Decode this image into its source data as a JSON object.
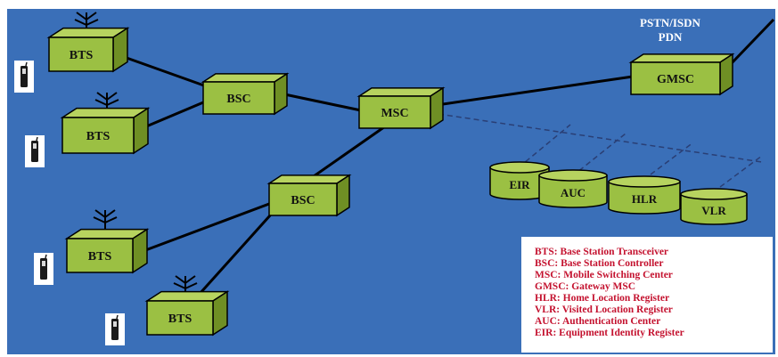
{
  "colors": {
    "background": "#3a6fb8",
    "box_face": "#9bc043",
    "box_top": "#b7d35f",
    "box_side": "#6f8f24",
    "legend_text": "#c4122f"
  },
  "network": {
    "bts_label": "BTS",
    "bsc_label": "BSC",
    "msc_label": "MSC",
    "gmsc_label": "GMSC",
    "eir_label": "EIR",
    "auc_label": "AUC",
    "hlr_label": "HLR",
    "vlr_label": "VLR",
    "external_line1": "PSTN/ISDN",
    "external_line2": "PDN",
    "phone_icon": "mobile-phone-icon",
    "antenna_icon": "antenna-icon"
  },
  "legend": {
    "items": [
      "BTS: Base Station Transceiver",
      "BSC: Base Station Controller",
      "MSC: Mobile Switching Center",
      "GMSC: Gateway MSC",
      "HLR: Home Location Register",
      "VLR: Visited Location Register",
      "AUC: Authentication Center",
      "EIR: Equipment Identity Register"
    ]
  }
}
